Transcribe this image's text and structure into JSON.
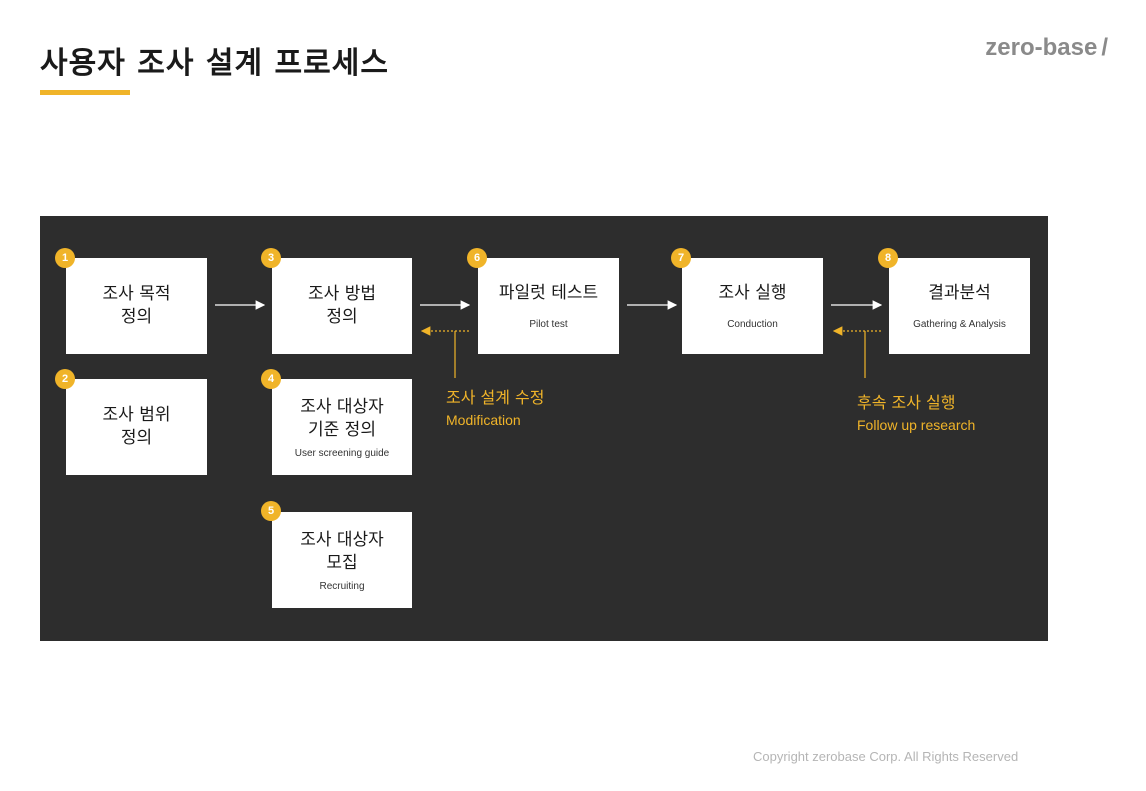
{
  "header": {
    "title": "사용자 조사 설계 프로세스",
    "logo": "zero-base",
    "logo_slash": "/"
  },
  "steps": [
    {
      "number": "1",
      "main": "조사 목적\n정의",
      "sub": ""
    },
    {
      "number": "2",
      "main": "조사 범위\n정의",
      "sub": ""
    },
    {
      "number": "3",
      "main": "조사 방법\n정의",
      "sub": ""
    },
    {
      "number": "4",
      "main": "조사 대상자\n기준 정의",
      "sub": "User screening guide"
    },
    {
      "number": "5",
      "main": "조사 대상자\n모집",
      "sub": "Recruiting"
    },
    {
      "number": "6",
      "main": "파일럿 테스트",
      "sub": "Pilot test"
    },
    {
      "number": "7",
      "main": "조사 실행",
      "sub": "Conduction"
    },
    {
      "number": "8",
      "main": "결과분석",
      "sub": "Gathering & Analysis"
    }
  ],
  "annotations": {
    "modification": {
      "ko": "조사 설계 수정",
      "en": "Modification"
    },
    "followup": {
      "ko": "후속 조사 실행",
      "en": "Follow up research"
    }
  },
  "colors": {
    "accent": "#f0b429",
    "panel": "#2d2d2d",
    "box": "#ffffff"
  },
  "footer": {
    "copyright": "Copyright zerobase Corp. All Rights Reserved"
  }
}
